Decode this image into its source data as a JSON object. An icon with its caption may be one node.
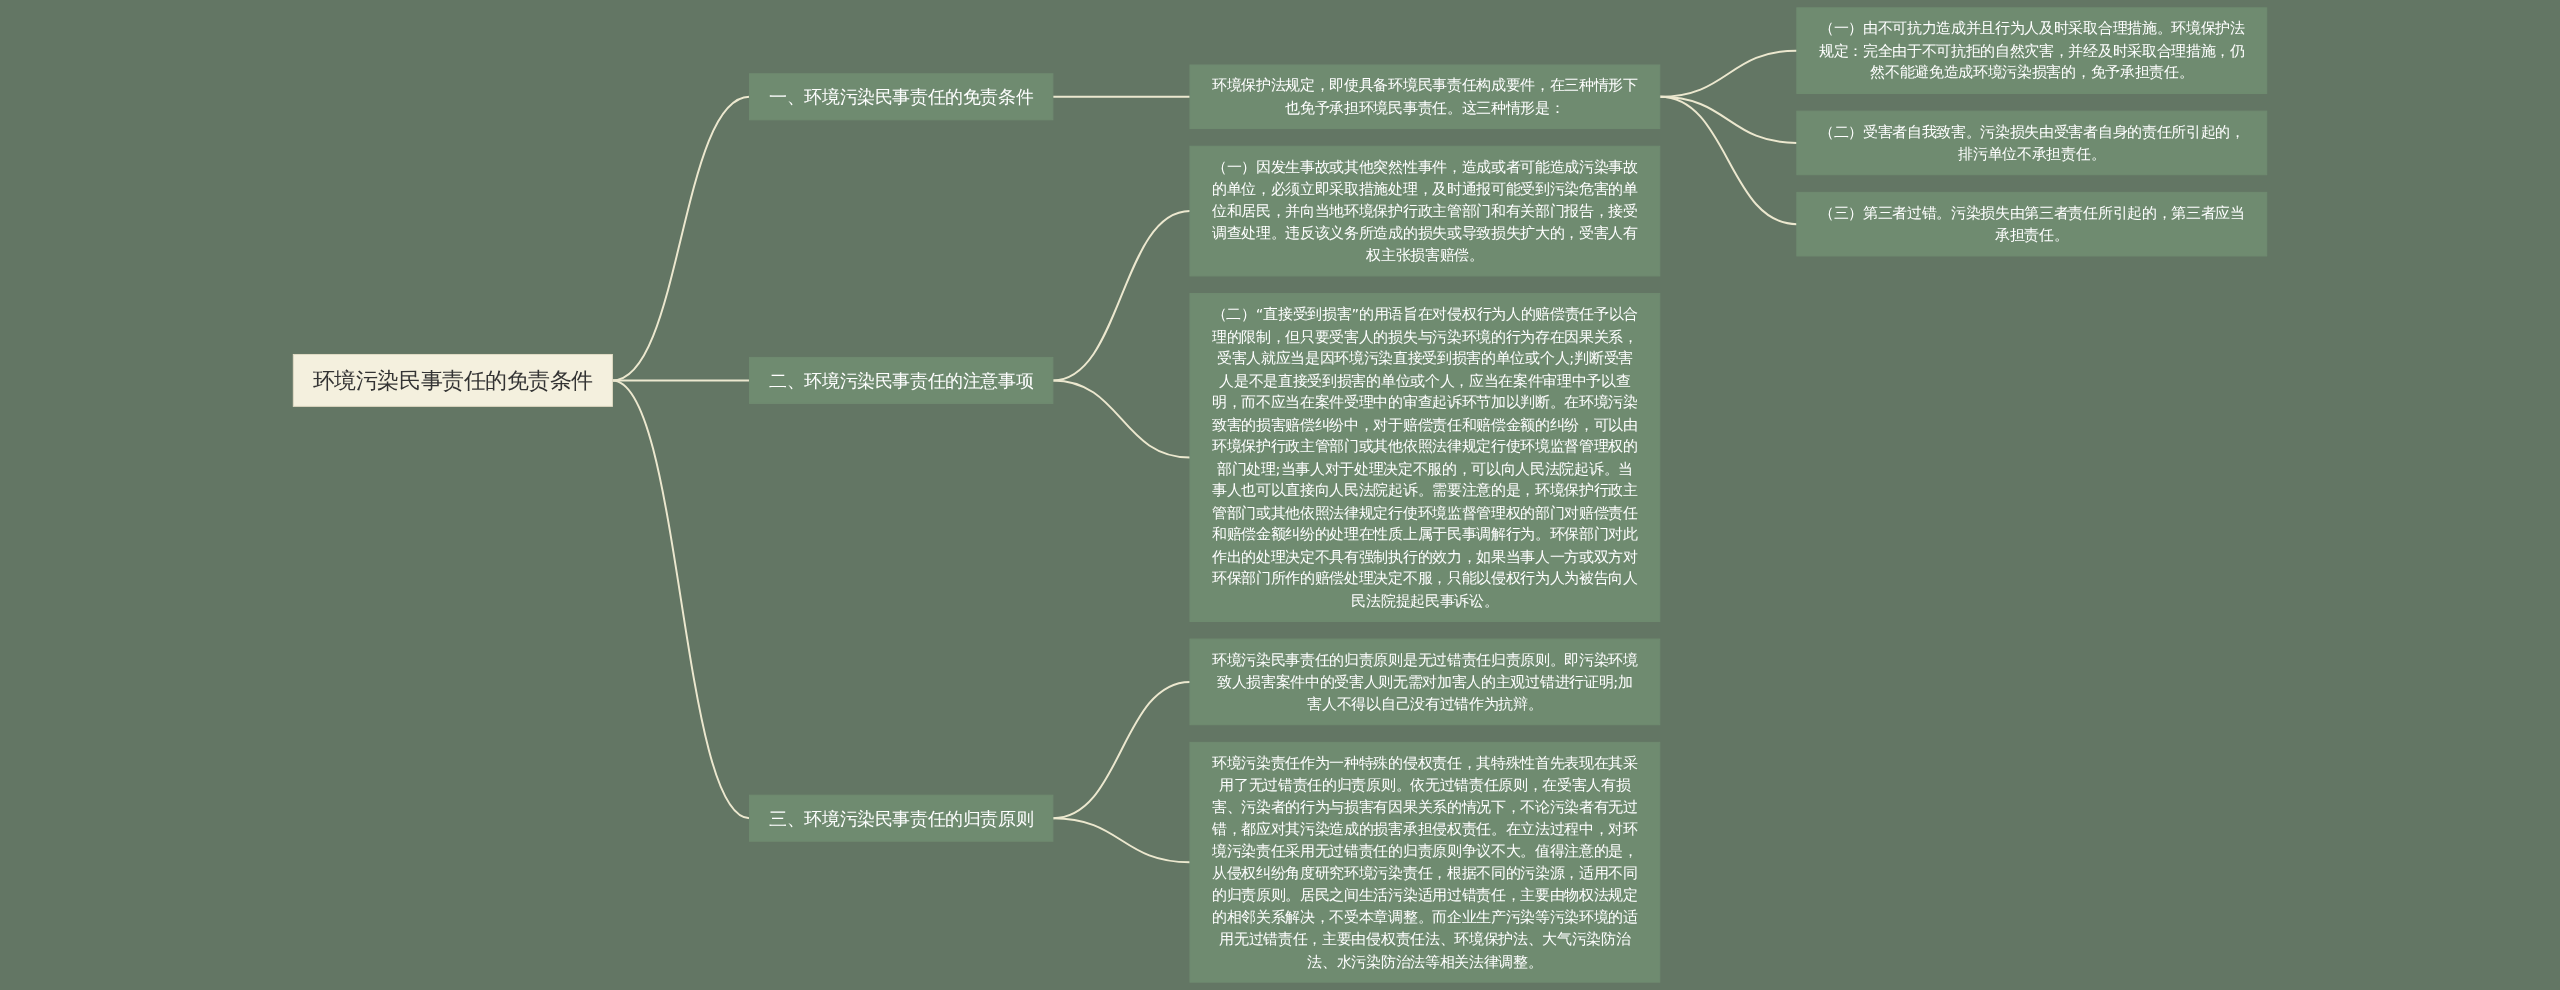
{
  "diagram": {
    "nodes": [
      {
        "text": [
          "环境污染民事责任的免责条件"
        ]
      },
      {
        "text": [
          "一、环境污染民事责任的免责条件"
        ]
      },
      {
        "text": [
          "环境保护法规定，即使具备环境民事责任构成要件，在三种情形下也免予承担环境民事责任。这三种情形是："
        ]
      },
      {
        "text": [
          "（一）由不可抗力造成并且行为人及时采取合理措施。环境保护法规定：完全由于不可抗拒的自然灾害，并经及时采取合理措施，仍然不能避免造成环境污染损害的，免予承担责任。"
        ]
      },
      {
        "text": [
          "（二）受害者自我致害。污染损失由受害者自身的责任所引起的，排污单位不承担责任。"
        ]
      },
      {
        "text": [
          "（三）第三者过错。污染损失由第三者责任所引起的，第三者应当承担责任。"
        ]
      },
      {
        "text": [
          "二、环境污染民事责任的注意事项"
        ]
      },
      {
        "text": [
          "（一）因发生事故或其他突然性事件，造成或者可能造成污染事故的单位，必须立即采取措施处理，及时通报可能受到污染危害的单位和居民，并向当地环境保护行政主管部门和有关部门报告，接受调查处理。违反该义务所造成的损失或导致损失扩大的，受害人有权主张损害赔偿。"
        ]
      },
      {
        "text": [
          "（二）“直接受到损害”的用语旨在对侵权行为人的赔偿责任予以合理的限制，但只要受害人的损失与污染环境的行为存在因果关系，受害人就应当是因环境污染直接受到损害的单位或个人;判断受害人是不是直接受到损害的单位或个人，应当在案件审理中予以查明，而不应当在案件受理中的审查起诉环节加以判断。在环境污染致害的损害赔偿纠纷中，对于赔偿责任和赔偿金额的纠纷，可以由环境保护行政主管部门或其他依照法律规定行使环境监督管理权的部门处理;当事人对于处理决定不服的，可以向人民法院起诉。当事人也可以直接向人民法院起诉。需要注意的是，环境保护行政主管部门或其他依照法律规定行使环境监督管理权的部门对赔偿责任和赔偿金额纠纷的处理在性质上属于民事调解行为。环保部门对此作出的处理决定不具有强制执行的效力，如果当事人一方或双方对环保部门所作的赔偿处理决定不服，只能以侵权行为人为被告向人民法院提起民事诉讼。"
        ]
      },
      {
        "text": [
          "三、环境污染民事责任的归责原则"
        ]
      },
      {
        "text": [
          "环境污染民事责任的归责原则是无过错责任归责原则。即污染环境致人损害案件中的受害人则无需对加害人的主观过错进行证明;加害人不得以自己没有过错作为抗辩。"
        ]
      },
      {
        "text": [
          "环境污染责任作为一种特殊的侵权责任，其特殊性首先表现在其采用了无过错责任的归责原则。依无过错责任原则，在受害人有损害、污染者的行为与损害有因果关系的情况下，不论污染者有无过错，都应对其污染造成的损害承担侵权责任。在立法过程中，对环境污染责任采用无过错责任的归责原则争议不大。值得注意的是，从侵权纠纷角度研究环境污染责任，根据不同的污染源，适用不同的归责原则。居民之间生活污染适用过错责任，主要由物权法规定的相邻关系解决，不受本章调整。而企业生产污染等污染环境的适用无过错责任，主要由侵权责任法、环境保护法、大气污染防治法、水污染防治法等相关法律调整。"
        ]
      }
    ],
    "edges": [
      {
        "from": 0,
        "to": 1,
        "arrow": "none"
      },
      {
        "from": 1,
        "to": 2,
        "arrow": "none"
      },
      {
        "from": 2,
        "to": 3,
        "arrow": "none"
      },
      {
        "from": 2,
        "to": 4,
        "arrow": "none"
      },
      {
        "from": 2,
        "to": 5,
        "arrow": "none"
      },
      {
        "from": 0,
        "to": 6,
        "arrow": "none"
      },
      {
        "from": 6,
        "to": 7,
        "arrow": "none"
      },
      {
        "from": 6,
        "to": 8,
        "arrow": "none"
      },
      {
        "from": 0,
        "to": 9,
        "arrow": "none"
      },
      {
        "from": 9,
        "to": 10,
        "arrow": "none"
      },
      {
        "from": 9,
        "to": 11,
        "arrow": "none"
      }
    ]
  }
}
